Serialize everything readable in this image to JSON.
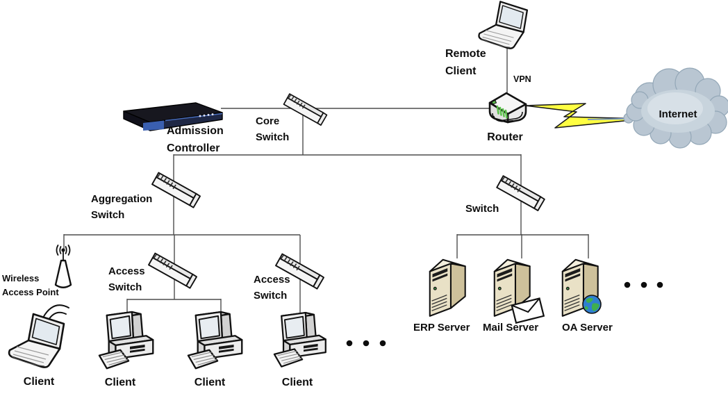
{
  "diagram_type": "enterprise-network-topology",
  "nodes": {
    "remote_client": {
      "lines": [
        "Remote",
        "Client"
      ],
      "kind": "laptop"
    },
    "router": {
      "label": "Router",
      "kind": "router"
    },
    "internet": {
      "label": "Internet",
      "kind": "cloud"
    },
    "admission_controller": {
      "lines": [
        "Admission",
        "Controller"
      ],
      "kind": "rack-appliance"
    },
    "core_switch": {
      "lines": [
        "Core",
        "Switch"
      ],
      "kind": "switch"
    },
    "aggregation_switch": {
      "lines": [
        "Aggregation",
        "Switch"
      ],
      "kind": "switch"
    },
    "dept_switch": {
      "label": "Switch",
      "kind": "switch"
    },
    "access_switch_1": {
      "lines": [
        "Access",
        "Switch"
      ],
      "kind": "switch"
    },
    "access_switch_2": {
      "lines": [
        "Access",
        "Switch"
      ],
      "kind": "switch"
    },
    "wireless_access_point": {
      "lines": [
        "Wireless",
        "Access Point"
      ],
      "kind": "access-point"
    },
    "wireless_client": {
      "label": "Client",
      "kind": "laptop"
    },
    "client_1": {
      "label": "Client",
      "kind": "desktop"
    },
    "client_2": {
      "label": "Client",
      "kind": "desktop"
    },
    "client_3": {
      "label": "Client",
      "kind": "desktop"
    },
    "erp_server": {
      "label": "ERP Server",
      "kind": "server"
    },
    "mail_server": {
      "label": "Mail Server",
      "kind": "server-mail"
    },
    "oa_server": {
      "label": "OA Server",
      "kind": "server-globe"
    }
  },
  "links": {
    "vpn_label": "VPN",
    "edges": [
      [
        "remote_client",
        "router"
      ],
      [
        "router",
        "internet"
      ],
      [
        "admission_controller",
        "core_switch"
      ],
      [
        "core_switch",
        "router"
      ],
      [
        "core_switch",
        "aggregation_switch"
      ],
      [
        "core_switch",
        "dept_switch"
      ],
      [
        "aggregation_switch",
        "wireless_access_point"
      ],
      [
        "aggregation_switch",
        "access_switch_1"
      ],
      [
        "aggregation_switch",
        "access_switch_2"
      ],
      [
        "wireless_access_point",
        "wireless_client"
      ],
      [
        "access_switch_1",
        "client_1"
      ],
      [
        "access_switch_1",
        "client_2"
      ],
      [
        "access_switch_2",
        "client_3"
      ],
      [
        "dept_switch",
        "erp_server"
      ],
      [
        "dept_switch",
        "mail_server"
      ],
      [
        "dept_switch",
        "oa_server"
      ]
    ]
  },
  "colors": {
    "line": "#4d4d4d",
    "lightning": "#ffff42",
    "cloud": "#b9c6d2",
    "server_body": "#e9e1c6",
    "appliance_navy": "#1e2745",
    "led_green": "#5cc14c"
  }
}
